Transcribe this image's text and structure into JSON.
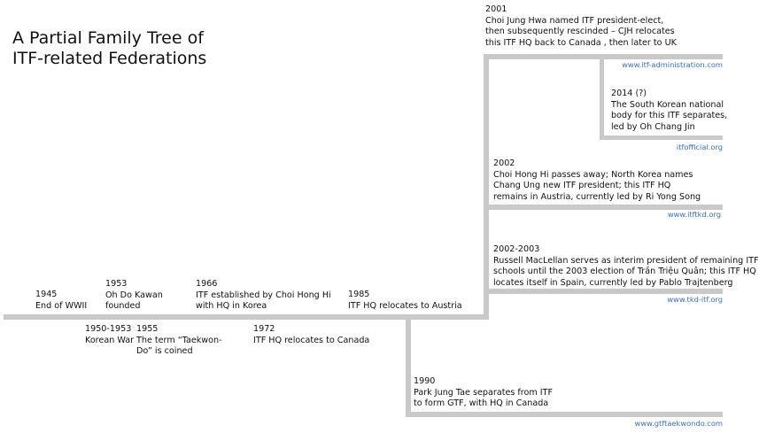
{
  "title": {
    "line1": "A Partial Family Tree of",
    "line2": "ITF-related Federations"
  },
  "events": {
    "e1945": {
      "year": "1945",
      "l1": "End of WWII"
    },
    "e1953": {
      "year": "1953",
      "l1": "Oh Do Kawan",
      "l2": "founded"
    },
    "e1966": {
      "year": "1966",
      "l1": "ITF established by Choi Hong Hi",
      "l2": "with HQ in Korea"
    },
    "e1985": {
      "year": "1985",
      "l1": "ITF HQ relocates to Austria"
    },
    "e1950": {
      "year": "1950-1953",
      "l1": "Korean War"
    },
    "e1955": {
      "year": "1955",
      "l1": "The term “Taekwon-",
      "l2": "Do” is coined"
    },
    "e1972": {
      "year": "1972",
      "l1": "ITF HQ relocates to Canada"
    },
    "e1990": {
      "year": "1990",
      "l1": "Park Jung Tae separates from ITF",
      "l2": "to form GTF, with HQ in Canada"
    },
    "e2001": {
      "year": "2001",
      "l1": "Choi Jung Hwa named ITF president-elect,",
      "l2": "then subsequently rescinded – CJH relocates",
      "l3": "this ITF HQ back to Canada , then later to UK"
    },
    "e2014": {
      "year": "2014 (?)",
      "l1": "The South Korean national",
      "l2": "body for this ITF separates,",
      "l3": "led by Oh Chang Jin"
    },
    "e2002": {
      "year": "2002",
      "l1": "Choi Hong Hi passes away; North Korea names",
      "l2": "Chang Ung new ITF president; this ITF HQ",
      "l3": "remains  in Austria, currently led by Ri Yong Song"
    },
    "e2002b": {
      "year": "2002-2003",
      "l1": "Russell MacLellan serves as interim president of remaining ITF",
      "l2": "schools until the 2003 election of Trần Triệu Quân; this ITF HQ",
      "l3": "locates itself in Spain, currently led by Pablo Trajtenberg"
    }
  },
  "urls": {
    "itf_admin": "www.itf-administration.com",
    "itfofficial": "itfofficial.org",
    "itftkd": "www.itftkd.org",
    "tkd_itf": "www.tkd-itf.org",
    "gtf": "www.gtftaekwondo.com"
  },
  "colors": {
    "line": "#c9c9c9",
    "url": "#3a6fb0",
    "text": "#111111"
  }
}
